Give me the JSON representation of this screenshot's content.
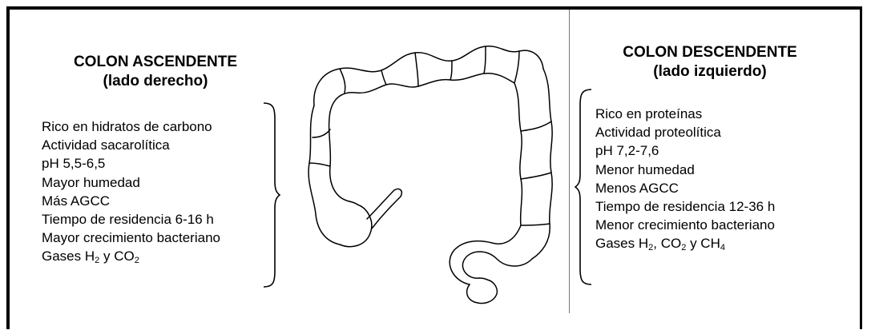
{
  "left": {
    "title_line1": "COLON ASCENDENTE",
    "title_line2": "(lado derecho)",
    "items": [
      "Rico en hidratos de carbono",
      "Actividad sacarolítica",
      "pH 5,5-6,5",
      "Mayor humedad",
      "Más AGCC",
      "Tiempo de residencia 6-16 h",
      "Mayor crecimiento bacteriano"
    ],
    "gases": {
      "prefix": "Gases H",
      "h2_sub": "2",
      "middle": " y CO",
      "co2_sub": "2"
    }
  },
  "right": {
    "title_line1": "COLON DESCENDENTE",
    "title_line2": "(lado izquierdo)",
    "items": [
      "Rico en proteínas",
      "Actividad proteolítica",
      "pH 7,2-7,6",
      "Menor humedad",
      "Menos AGCC",
      "Tiempo de residencia 12-36 h",
      "Menor crecimiento bacteriano"
    ],
    "gases": {
      "prefix": "Gases H",
      "h2_sub": "2",
      "middle1": ", CO",
      "co2_sub": "2",
      "middle2": " y CH",
      "ch4_sub": "4"
    }
  }
}
